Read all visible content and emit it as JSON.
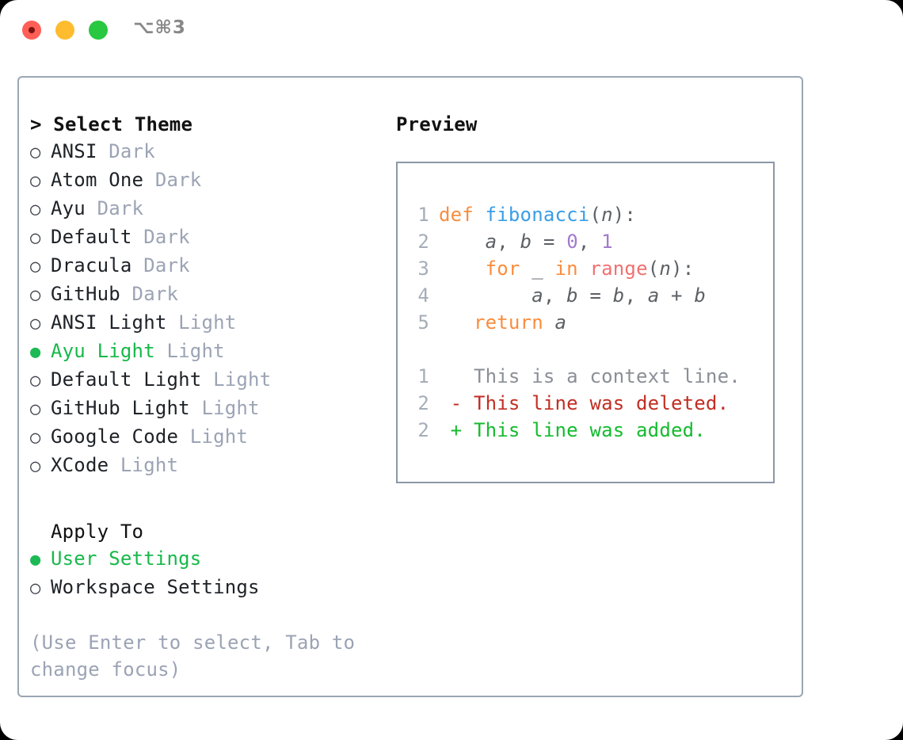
{
  "titlebar": {
    "shortcut": "⌥⌘3",
    "lights": [
      {
        "name": "close",
        "color": "#ff5f57"
      },
      {
        "name": "minimize",
        "color": "#febc2e"
      },
      {
        "name": "maximize",
        "color": "#28c840"
      }
    ]
  },
  "theme_picker": {
    "header": "> Select Theme",
    "bullet_selected": "●",
    "bullet_unselected": "○",
    "options": [
      {
        "name": "ANSI",
        "kind": " Dark",
        "selected": false
      },
      {
        "name": "Atom One",
        "kind": " Dark",
        "selected": false
      },
      {
        "name": "Ayu",
        "kind": " Dark",
        "selected": false
      },
      {
        "name": "Default",
        "kind": " Dark",
        "selected": false
      },
      {
        "name": "Dracula",
        "kind": " Dark",
        "selected": false
      },
      {
        "name": "GitHub",
        "kind": " Dark",
        "selected": false
      },
      {
        "name": "ANSI Light",
        "kind": " Light",
        "selected": false
      },
      {
        "name": "Ayu Light",
        "kind": " Light",
        "selected": true
      },
      {
        "name": "Default Light",
        "kind": " Light",
        "selected": false
      },
      {
        "name": "GitHub Light",
        "kind": " Light",
        "selected": false
      },
      {
        "name": "Google Code",
        "kind": " Light",
        "selected": false
      },
      {
        "name": "XCode",
        "kind": " Light",
        "selected": false
      }
    ]
  },
  "apply_to": {
    "header": "Apply To",
    "options": [
      {
        "name": "User Settings",
        "selected": true
      },
      {
        "name": "Workspace Settings",
        "selected": false
      }
    ]
  },
  "hint": "(Use Enter to select, Tab to change focus)",
  "preview": {
    "title": "Preview",
    "code_lines": [
      {
        "lineno": "1",
        "tokens": [
          {
            "t": "def",
            "c": "tok-kw"
          },
          {
            "t": " ",
            "c": "tok-punct"
          },
          {
            "t": "fibonacci",
            "c": "tok-fn"
          },
          {
            "t": "(",
            "c": "tok-punct"
          },
          {
            "t": "n",
            "c": "tok-ident"
          },
          {
            "t": "):",
            "c": "tok-punct"
          }
        ]
      },
      {
        "lineno": "2",
        "tokens": [
          {
            "t": "    ",
            "c": "tok-punct"
          },
          {
            "t": "a",
            "c": "tok-ident"
          },
          {
            "t": ", ",
            "c": "tok-punct"
          },
          {
            "t": "b",
            "c": "tok-ident"
          },
          {
            "t": " = ",
            "c": "tok-punct"
          },
          {
            "t": "0",
            "c": "tok-num"
          },
          {
            "t": ", ",
            "c": "tok-punct"
          },
          {
            "t": "1",
            "c": "tok-num"
          }
        ]
      },
      {
        "lineno": "3",
        "tokens": [
          {
            "t": "    ",
            "c": "tok-punct"
          },
          {
            "t": "for",
            "c": "tok-kw"
          },
          {
            "t": " _ ",
            "c": "tok-ident"
          },
          {
            "t": "in",
            "c": "tok-kw"
          },
          {
            "t": " ",
            "c": "tok-punct"
          },
          {
            "t": "range",
            "c": "tok-call"
          },
          {
            "t": "(",
            "c": "tok-punct"
          },
          {
            "t": "n",
            "c": "tok-ident"
          },
          {
            "t": "):",
            "c": "tok-punct"
          }
        ]
      },
      {
        "lineno": "4",
        "tokens": [
          {
            "t": "        ",
            "c": "tok-punct"
          },
          {
            "t": "a",
            "c": "tok-ident"
          },
          {
            "t": ", ",
            "c": "tok-punct"
          },
          {
            "t": "b",
            "c": "tok-ident"
          },
          {
            "t": " = ",
            "c": "tok-punct"
          },
          {
            "t": "b",
            "c": "tok-ident"
          },
          {
            "t": ", ",
            "c": "tok-punct"
          },
          {
            "t": "a",
            "c": "tok-ident"
          },
          {
            "t": " + ",
            "c": "tok-punct"
          },
          {
            "t": "b",
            "c": "tok-ident"
          }
        ]
      },
      {
        "lineno": "5",
        "tokens": [
          {
            "t": "   ",
            "c": "tok-punct"
          },
          {
            "t": "return",
            "c": "tok-kw"
          },
          {
            "t": " ",
            "c": "tok-punct"
          },
          {
            "t": "a",
            "c": "tok-ident"
          }
        ]
      }
    ],
    "diff_lines": [
      {
        "lineno": "1",
        "sign": "  ",
        "text": "This is a context line.",
        "cls": "diff-ctx"
      },
      {
        "lineno": "2",
        "sign": "- ",
        "text": "This line was deleted.",
        "cls": "diff-del"
      },
      {
        "lineno": "2",
        "sign": "+ ",
        "text": "This line was added.",
        "cls": "diff-add"
      }
    ]
  },
  "colors": {
    "accent_green": "#17b84a",
    "muted": "#9ba3b4",
    "border": "#9aa6b4",
    "keyword": "#fa8d3e",
    "function": "#399ee6",
    "number": "#a37acc",
    "call": "#f07171",
    "identifier": "#5c6166",
    "diff_added": "#14bb2e",
    "diff_deleted": "#c22e23"
  }
}
